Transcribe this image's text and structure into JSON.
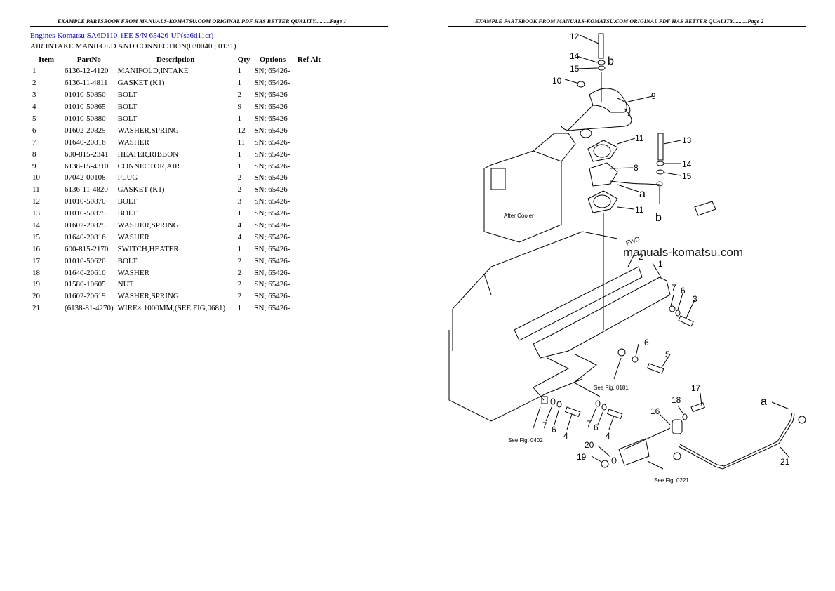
{
  "pages": [
    {
      "header": "EXAMPLE PARTSBOOK FROM MANUALS-KOMATSU.COM ORIGINAL PDF HAS BETTER QUALITY..........Page 1"
    },
    {
      "header": "EXAMPLE PARTSBOOK FROM MANUALS-KOMATSU.COM ORIGINAL PDF HAS BETTER QUALITY..........Page 2"
    }
  ],
  "breadcrumb": {
    "link1": "Engines Komatsu",
    "link2": "SA6D110-1EE  S/N 65426-UP(sa6d11cr)"
  },
  "section_title": "AIR INTAKE MANIFOLD AND CONNECTION(030040 ; 0131)",
  "table": {
    "headers": [
      "Item",
      "PartNo",
      "Description",
      "Qty",
      "Options",
      "Ref Alt"
    ],
    "rows": [
      {
        "item": "1",
        "part": "6136-12-4120",
        "desc": "MANIFOLD,INTAKE",
        "qty": "1",
        "opt": "SN; 65426-"
      },
      {
        "item": "2",
        "part": "6136-11-4811",
        "desc": "GASKET (K1)",
        "qty": "1",
        "opt": "SN; 65426-"
      },
      {
        "item": "3",
        "part": "01010-50850",
        "desc": "BOLT",
        "qty": "2",
        "opt": "SN; 65426-"
      },
      {
        "item": "4",
        "part": "01010-50865",
        "desc": "BOLT",
        "qty": "9",
        "opt": "SN; 65426-"
      },
      {
        "item": "5",
        "part": "01010-50880",
        "desc": "BOLT",
        "qty": "1",
        "opt": "SN; 65426-"
      },
      {
        "item": "6",
        "part": "01602-20825",
        "desc": "WASHER,SPRING",
        "qty": "12",
        "opt": "SN; 65426-"
      },
      {
        "item": "7",
        "part": "01640-20816",
        "desc": "WASHER",
        "qty": "11",
        "opt": "SN; 65426-"
      },
      {
        "item": "8",
        "part": "600-815-2341",
        "desc": "HEATER,RIBBON",
        "qty": "1",
        "opt": "SN; 65426-"
      },
      {
        "item": "9",
        "part": "6138-15-4310",
        "desc": "CONNECTOR,AIR",
        "qty": "1",
        "opt": "SN; 65426-"
      },
      {
        "item": "10",
        "part": "07042-00108",
        "desc": "PLUG",
        "qty": "2",
        "opt": "SN; 65426-"
      },
      {
        "item": "11",
        "part": "6136-11-4820",
        "desc": "GASKET (K1)",
        "qty": "2",
        "opt": "SN; 65426-"
      },
      {
        "item": "12",
        "part": "01010-50870",
        "desc": "BOLT",
        "qty": "3",
        "opt": "SN; 65426-"
      },
      {
        "item": "13",
        "part": "01010-50875",
        "desc": "BOLT",
        "qty": "1",
        "opt": "SN; 65426-"
      },
      {
        "item": "14",
        "part": "01602-20825",
        "desc": "WASHER,SPRING",
        "qty": "4",
        "opt": "SN; 65426-"
      },
      {
        "item": "15",
        "part": "01640-20816",
        "desc": "WASHER",
        "qty": "4",
        "opt": "SN; 65426-"
      },
      {
        "item": "16",
        "part": "600-815-2170",
        "desc": "SWITCH,HEATER",
        "qty": "1",
        "opt": "SN; 65426-"
      },
      {
        "item": "17",
        "part": "01010-50620",
        "desc": "BOLT",
        "qty": "2",
        "opt": "SN; 65426-"
      },
      {
        "item": "18",
        "part": "01640-20610",
        "desc": "WASHER",
        "qty": "2",
        "opt": "SN; 65426-"
      },
      {
        "item": "19",
        "part": "01580-10605",
        "desc": "NUT",
        "qty": "2",
        "opt": "SN; 65426-"
      },
      {
        "item": "20",
        "part": "01602-20619",
        "desc": "WASHER,SPRING",
        "qty": "2",
        "opt": "SN; 65426-"
      },
      {
        "item": "21",
        "part": "(6138-81-4270)",
        "desc": "WIRE× 1000MM,(SEE FIG,0681)",
        "qty": "1",
        "opt": "SN; 65426-"
      }
    ]
  },
  "diagram": {
    "watermark": "manuals-komatsu.com",
    "after_cooler_label": "After Cooler",
    "fwd_label": "FWD",
    "refs": [
      "See Fig. 0181",
      "See Fig. 0402",
      "See Fig. 0221"
    ],
    "callouts": [
      "12",
      "14",
      "15",
      "10",
      "9",
      "b",
      "11",
      "13",
      "14",
      "15",
      "8",
      "a",
      "11",
      "b",
      "2",
      "1",
      "7",
      "6",
      "3",
      "6",
      "5",
      "7",
      "6",
      "4",
      "7",
      "6",
      "4",
      "17",
      "18",
      "16",
      "a",
      "20",
      "19",
      "21"
    ]
  }
}
